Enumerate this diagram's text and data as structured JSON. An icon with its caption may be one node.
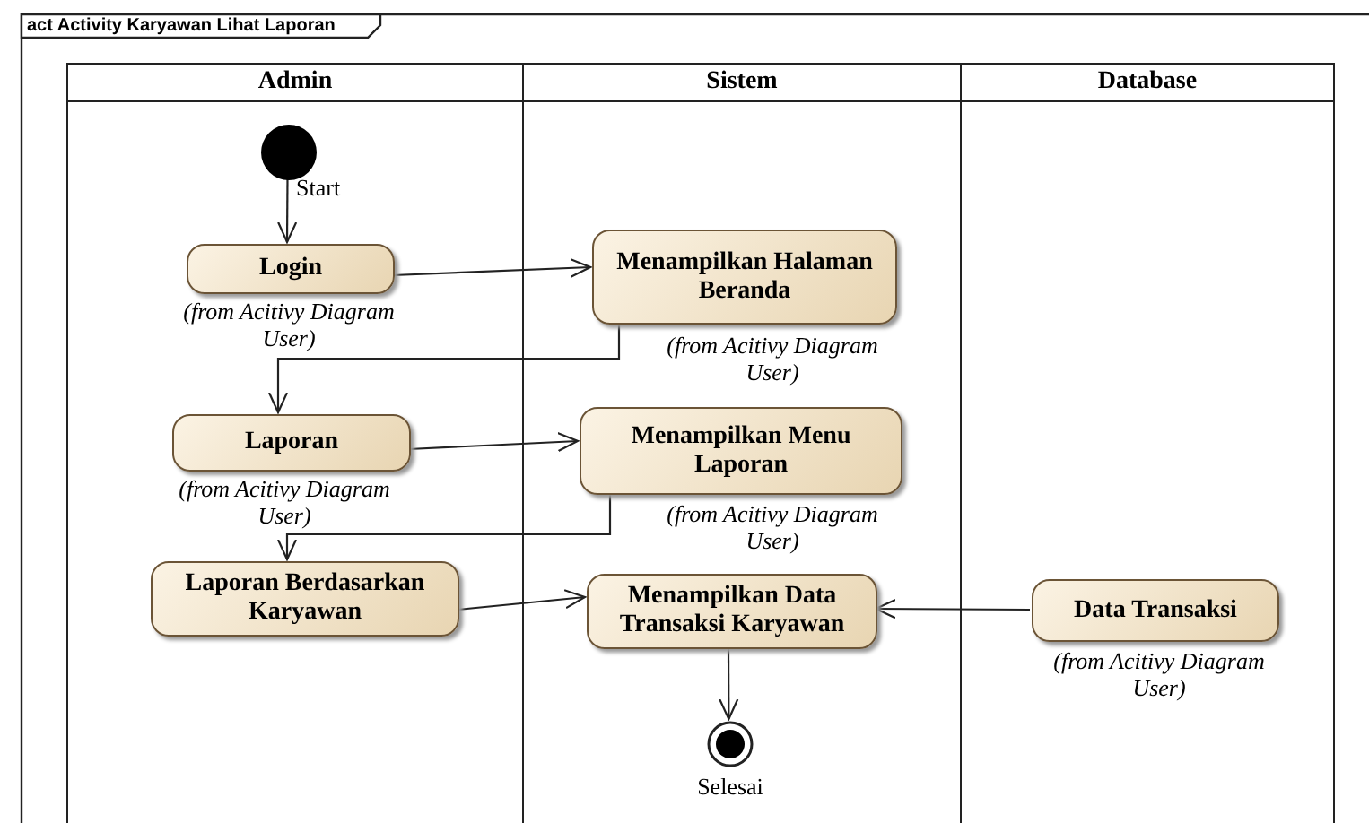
{
  "diagram": {
    "title": "act Activity Karyawan Lihat Laporan",
    "nodes": [
      {
        "text": [
          "Admin"
        ]
      },
      {
        "text": [
          "Sistem"
        ]
      },
      {
        "text": [
          "Database"
        ]
      },
      {
        "text": [],
        "shape": "circle",
        "in": 0,
        "beside": [
          "Start"
        ]
      },
      {
        "text": [
          "Login"
        ],
        "in": 0,
        "beside": [
          "(from Acitivy Diagram User)"
        ]
      },
      {
        "text": [
          "Menampilkan Halaman Beranda"
        ],
        "in": 1,
        "beside": [
          "(from Acitivy Diagram User)"
        ]
      },
      {
        "text": [
          "Laporan"
        ],
        "in": 0,
        "beside": [
          "(from Acitivy Diagram User)"
        ]
      },
      {
        "text": [
          "Menampilkan Menu Laporan"
        ],
        "in": 1,
        "beside": [
          "(from Acitivy Diagram User)"
        ]
      },
      {
        "text": [
          "Laporan Berdasarkan Karyawan"
        ],
        "in": 0
      },
      {
        "text": [
          "Menampilkan Data Transaksi Karyawan"
        ],
        "in": 1
      },
      {
        "text": [
          "Data Transaksi"
        ],
        "in": 2,
        "beside": [
          "(from Acitivy Diagram User)"
        ]
      },
      {
        "text": [],
        "shape": "bullseye",
        "in": 1,
        "beside": [
          "Selesai"
        ]
      }
    ],
    "edges": [
      {
        "from": 3,
        "to": 4,
        "arrow": "to"
      },
      {
        "from": 4,
        "to": 5,
        "arrow": "to"
      },
      {
        "from": 5,
        "to": 6,
        "arrow": "to"
      },
      {
        "from": 6,
        "to": 7,
        "arrow": "to"
      },
      {
        "from": 7,
        "to": 8,
        "arrow": "to"
      },
      {
        "from": 8,
        "to": 9,
        "arrow": "to"
      },
      {
        "from": 10,
        "to": 9,
        "arrow": "to"
      },
      {
        "from": 9,
        "to": 11,
        "arrow": "to"
      }
    ]
  }
}
